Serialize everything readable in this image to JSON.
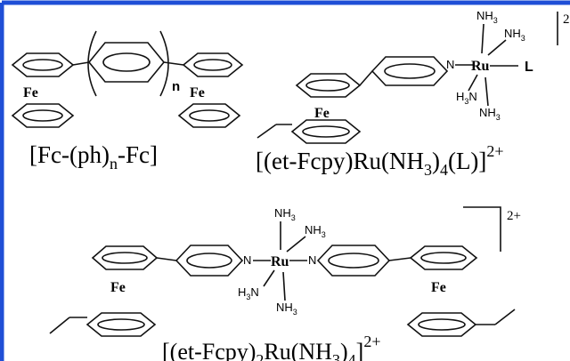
{
  "colors": {
    "frame": "#1f4fd6",
    "ink": "#111111",
    "background": "#ffffff"
  },
  "atoms": {
    "fe": "Fe",
    "ru": "Ru",
    "n": "N",
    "l": "L",
    "nh3": "NH",
    "h3n": "H",
    "sub3": "3",
    "subn": "n"
  },
  "labels": {
    "fc_ph_fc": {
      "a": "[Fc-(ph)",
      "n": "n",
      "b": "-Fc]"
    },
    "et_fcpy_ru_l": {
      "a": "[(et-Fcpy)Ru(NH",
      "s3": "3",
      "b": ")",
      "s4": "4",
      "c": "(L)]",
      "charge": "2+"
    },
    "et_fcpy2_ru": {
      "a": "[(et-Fcpy)",
      "s2": "2",
      "b": "Ru(NH",
      "s3": "3",
      "c": ")",
      "s4": "4",
      "d": "]",
      "charge": "2+"
    },
    "charge_top": "2",
    "charge_bottom": "2+"
  }
}
